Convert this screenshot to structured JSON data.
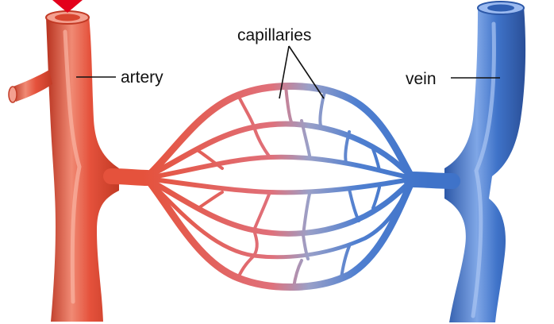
{
  "labels": {
    "artery": "artery",
    "vein": "vein",
    "capillaries": "capillaries"
  },
  "colors": {
    "artery": "#e5523c",
    "artery_highlight": "#f7a08f",
    "vein": "#3f73c9",
    "vein_highlight": "#8fb3ee",
    "flow_arrow": "#e3001b",
    "leader_line": "#111111"
  }
}
